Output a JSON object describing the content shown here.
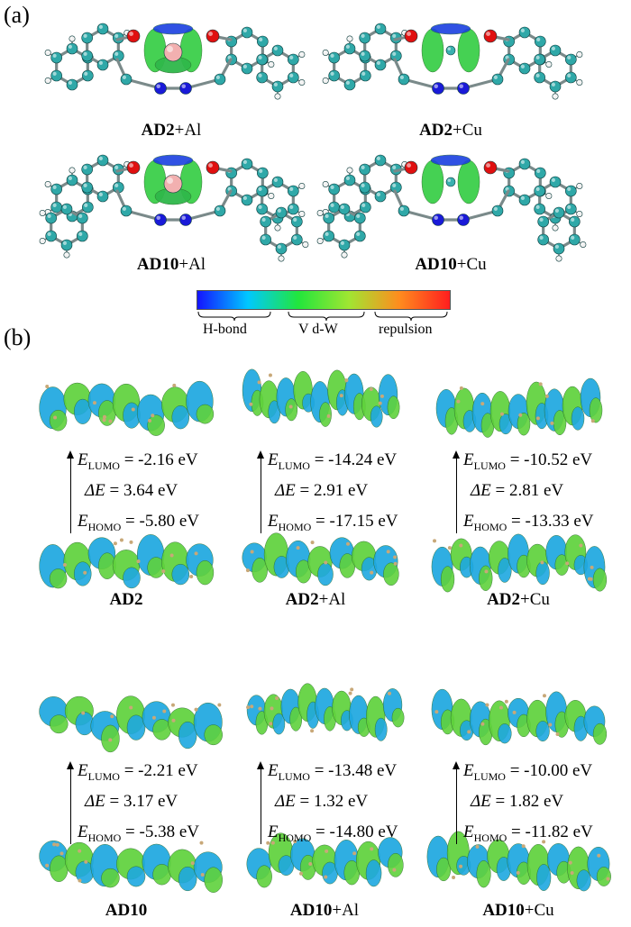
{
  "panel_a": {
    "label": "(a)",
    "molecules": [
      {
        "name": "AD2",
        "suffix": "+Al"
      },
      {
        "name": "AD2",
        "suffix": "+Cu"
      },
      {
        "name": "AD10",
        "suffix": "+Al"
      },
      {
        "name": "AD10",
        "suffix": "+Cu"
      }
    ],
    "color_scale": {
      "colors": [
        "#1414ff",
        "#00c8ff",
        "#22e63c",
        "#a0e632",
        "#ff8c1e",
        "#ff1e1e"
      ],
      "ranges": [
        {
          "label": "H-bond"
        },
        {
          "label": "V d-W"
        },
        {
          "label": "repulsion"
        }
      ]
    }
  },
  "panel_b": {
    "label": "(b)",
    "systems": [
      {
        "name": "AD2",
        "suffix": "",
        "lumo": "= -2.16 eV",
        "delta": "= 3.64 eV",
        "homo": "= -5.80 eV"
      },
      {
        "name": "AD2",
        "suffix": "+Al",
        "lumo": "= -14.24 eV",
        "delta": "= 2.91 eV",
        "homo": "= -17.15 eV"
      },
      {
        "name": "AD2",
        "suffix": "+Cu",
        "lumo": "= -10.52 eV",
        "delta": "= 2.81 eV",
        "homo": "= -13.33 eV"
      },
      {
        "name": "AD10",
        "suffix": "",
        "lumo": "= -2.21 eV",
        "delta": "= 3.17 eV",
        "homo": "= -5.38 eV"
      },
      {
        "name": "AD10",
        "suffix": "+Al",
        "lumo": "= -13.48 eV",
        "delta": "= 1.32 eV",
        "homo": "= -14.80 eV"
      },
      {
        "name": "AD10",
        "suffix": "+Cu",
        "lumo": "= -10.00 eV",
        "delta": "= 1.82 eV",
        "homo": "= -11.82 eV"
      }
    ],
    "symbols": {
      "E": "E",
      "lumo_sub": "LUMO",
      "homo_sub": "HOMO",
      "delta": "ΔE"
    }
  },
  "colors": {
    "carbon": "#2fa8a8",
    "oxygen": "#e01010",
    "nitrogen": "#1a1ad8",
    "hydrogen": "#f2f2f2",
    "orbital_green": "#5fd23c",
    "orbital_blue": "#1ea8e0"
  }
}
